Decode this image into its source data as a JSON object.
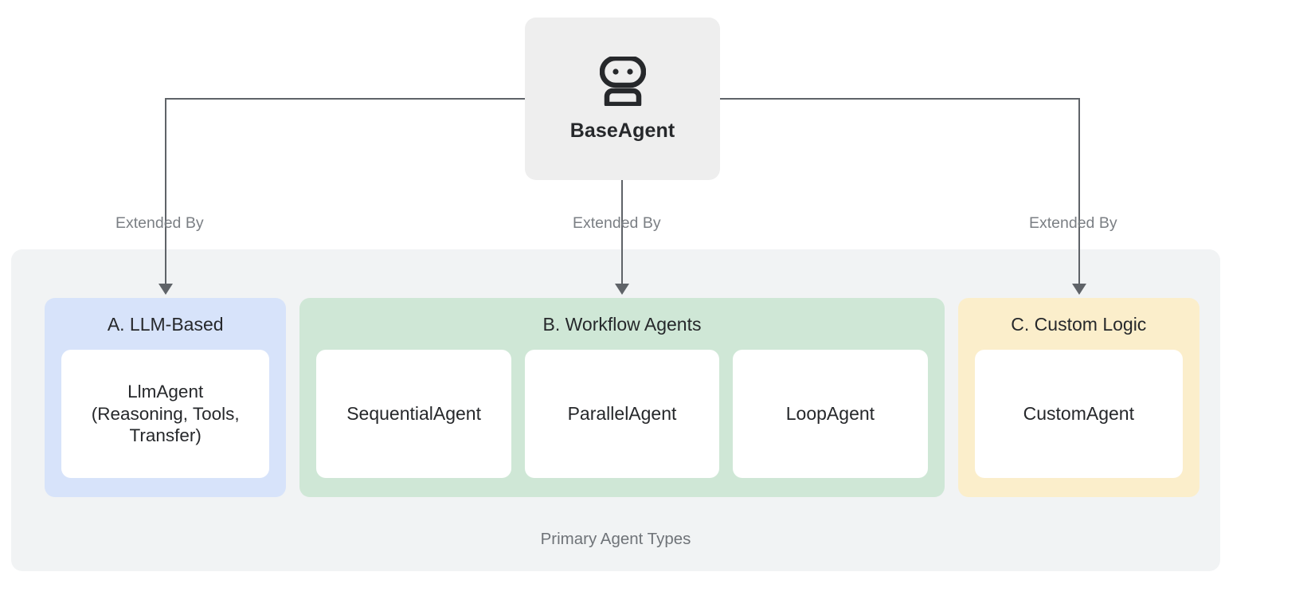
{
  "diagram": {
    "root": {
      "label": "BaseAgent",
      "icon": "robot-icon"
    },
    "edges": [
      {
        "label": "Extended By",
        "target": "A. LLM-Based"
      },
      {
        "label": "Extended By",
        "target": "B. Workflow Agents"
      },
      {
        "label": "Extended By",
        "target": "C. Custom Logic"
      }
    ],
    "group": {
      "caption": "Primary Agent Types"
    },
    "panels": [
      {
        "id": "llm-based",
        "title": "A. LLM-Based",
        "color": "#d7e3fa",
        "cards": [
          {
            "label": "LlmAgent\n(Reasoning, Tools,\nTransfer)"
          }
        ]
      },
      {
        "id": "workflow-agents",
        "title": "B. Workflow Agents",
        "color": "#cfe7d6",
        "cards": [
          {
            "label": "SequentialAgent"
          },
          {
            "label": "ParallelAgent"
          },
          {
            "label": "LoopAgent"
          }
        ]
      },
      {
        "id": "custom-logic",
        "title": "C. Custom Logic",
        "color": "#fbeecb",
        "cards": [
          {
            "label": "CustomAgent"
          }
        ]
      }
    ],
    "colors": {
      "root_box": "#eeeeee",
      "group_container": "#f1f3f4",
      "card": "#ffffff",
      "connector": "#5f6368",
      "edge_label_text": "#7b7f84",
      "caption_text": "#6f7378",
      "title_text": "#26282b"
    }
  }
}
